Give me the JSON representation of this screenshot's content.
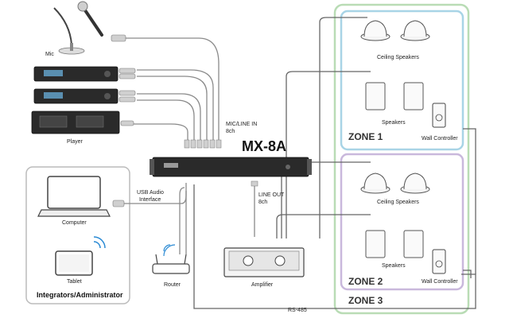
{
  "device": {
    "name": "MX-8A"
  },
  "labels": {
    "mic": "Mic",
    "player": "Player",
    "mic_line_in": "MIC/LINE IN",
    "mic_line_in_ch": "8ch",
    "usb_audio": "USB Audio",
    "interface": "Interface",
    "line_out": "LINE OUT",
    "line_out_ch": "8ch",
    "computer": "Computer",
    "tablet": "Tablet",
    "router": "Router",
    "amplifier": "Amplifier",
    "rs485": "RS-485",
    "integrators": "Integrators/Administrator"
  },
  "zones": [
    {
      "name": "ZONE 1",
      "ceiling": "Ceiling Speakers",
      "speakers": "Speakers",
      "wall": "Wall Controller",
      "color": "#a8d4e6"
    },
    {
      "name": "ZONE 2",
      "ceiling": "Ceiling Speakers",
      "speakers": "Speakers",
      "wall": "Wall Controller",
      "color": "#c9b8dc"
    },
    {
      "name": "ZONE 3",
      "color": "#b9dcb5"
    }
  ]
}
